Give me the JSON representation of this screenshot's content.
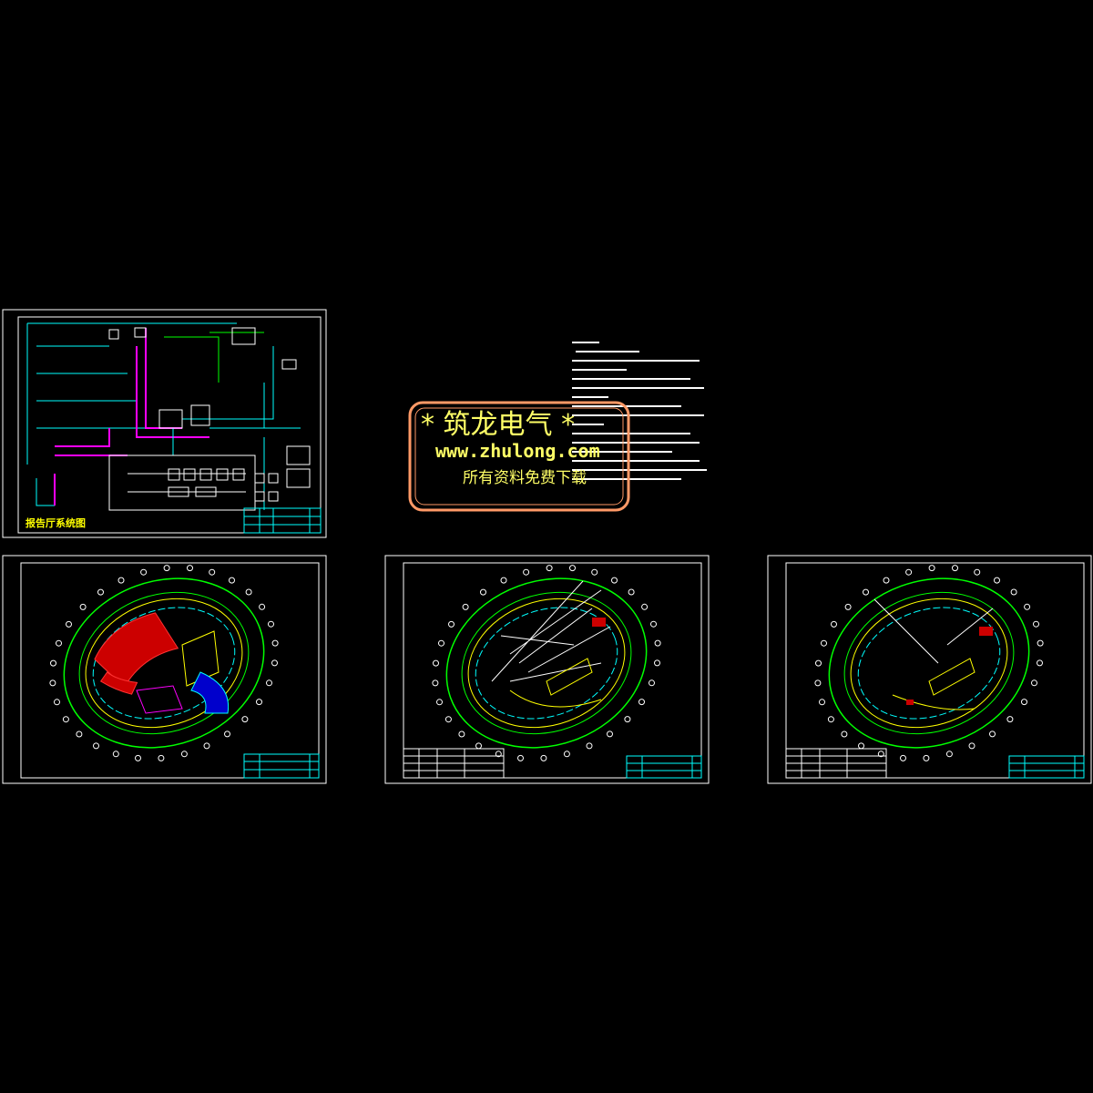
{
  "watermark": {
    "line1": "*  筑龙电气  *",
    "line2": "www.zhulong.com",
    "line3": "所有资料免费下载"
  },
  "sheets": {
    "system_title": "报告厅系统图"
  },
  "colors": {
    "background": "#000000",
    "frame": "#ffffff",
    "cyan": "#00ffff",
    "magenta": "#ff00ff",
    "green": "#00ff00",
    "yellow": "#ffff00",
    "red": "#ff0000",
    "watermark_border": "#ff9966"
  }
}
